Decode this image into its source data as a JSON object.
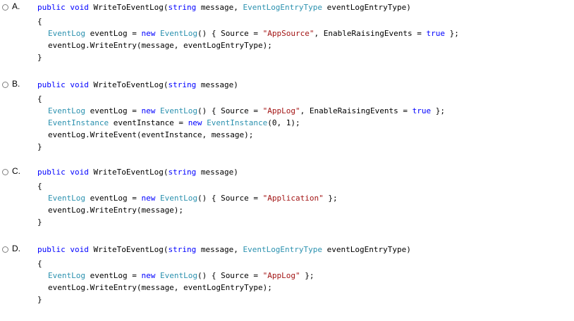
{
  "colors": {
    "keyword": "#0000ff",
    "type": "#2b91af",
    "string": "#a31515",
    "plain": "#000000"
  },
  "options": [
    {
      "label": "A.",
      "lines": [
        [
          {
            "t": "kw",
            "v": "public"
          },
          {
            "t": "pl",
            "v": " "
          },
          {
            "t": "kw",
            "v": "void"
          },
          {
            "t": "pl",
            "v": " WriteToEventLog("
          },
          {
            "t": "kw",
            "v": "string"
          },
          {
            "t": "pl",
            "v": " message, "
          },
          {
            "t": "ty",
            "v": "EventLogEntryType"
          },
          {
            "t": "pl",
            "v": " eventLogEntryType)"
          }
        ],
        [
          {
            "t": "pl",
            "v": "{"
          }
        ],
        [
          {
            "t": "pl",
            "v": "  "
          },
          {
            "t": "ty",
            "v": "EventLog"
          },
          {
            "t": "pl",
            "v": " eventLog = "
          },
          {
            "t": "kw",
            "v": "new"
          },
          {
            "t": "pl",
            "v": " "
          },
          {
            "t": "ty",
            "v": "EventLog"
          },
          {
            "t": "pl",
            "v": "() { Source = "
          },
          {
            "t": "st",
            "v": "\"AppSource\""
          },
          {
            "t": "pl",
            "v": ", EnableRaisingEvents = "
          },
          {
            "t": "kw",
            "v": "true"
          },
          {
            "t": "pl",
            "v": " };"
          }
        ],
        [
          {
            "t": "pl",
            "v": "  eventLog.WriteEntry(message, eventLogEntryType);"
          }
        ],
        [
          {
            "t": "pl",
            "v": "}"
          }
        ]
      ]
    },
    {
      "label": "B.",
      "lines": [
        [
          {
            "t": "kw",
            "v": "public"
          },
          {
            "t": "pl",
            "v": " "
          },
          {
            "t": "kw",
            "v": "void"
          },
          {
            "t": "pl",
            "v": " WriteToEventLog("
          },
          {
            "t": "kw",
            "v": "string"
          },
          {
            "t": "pl",
            "v": " message)"
          }
        ],
        [
          {
            "t": "pl",
            "v": "{"
          }
        ],
        [
          {
            "t": "pl",
            "v": "  "
          },
          {
            "t": "ty",
            "v": "EventLog"
          },
          {
            "t": "pl",
            "v": " eventLog = "
          },
          {
            "t": "kw",
            "v": "new"
          },
          {
            "t": "pl",
            "v": " "
          },
          {
            "t": "ty",
            "v": "EventLog"
          },
          {
            "t": "pl",
            "v": "() { Source = "
          },
          {
            "t": "st",
            "v": "\"AppLog\""
          },
          {
            "t": "pl",
            "v": ", EnableRaisingEvents = "
          },
          {
            "t": "kw",
            "v": "true"
          },
          {
            "t": "pl",
            "v": " };"
          }
        ],
        [
          {
            "t": "pl",
            "v": "  "
          },
          {
            "t": "ty",
            "v": "EventInstance"
          },
          {
            "t": "pl",
            "v": " eventInstance = "
          },
          {
            "t": "kw",
            "v": "new"
          },
          {
            "t": "pl",
            "v": " "
          },
          {
            "t": "ty",
            "v": "EventInstance"
          },
          {
            "t": "pl",
            "v": "(0, 1);"
          }
        ],
        [
          {
            "t": "pl",
            "v": "  eventLog.WriteEvent(eventInstance, message);"
          }
        ],
        [
          {
            "t": "pl",
            "v": "}"
          }
        ]
      ]
    },
    {
      "label": "C.",
      "lines": [
        [
          {
            "t": "kw",
            "v": "public"
          },
          {
            "t": "pl",
            "v": " "
          },
          {
            "t": "kw",
            "v": "void"
          },
          {
            "t": "pl",
            "v": " WriteToEventLog("
          },
          {
            "t": "kw",
            "v": "string"
          },
          {
            "t": "pl",
            "v": " message)"
          }
        ],
        [
          {
            "t": "pl",
            "v": "{"
          }
        ],
        [
          {
            "t": "pl",
            "v": "  "
          },
          {
            "t": "ty",
            "v": "EventLog"
          },
          {
            "t": "pl",
            "v": " eventLog = "
          },
          {
            "t": "kw",
            "v": "new"
          },
          {
            "t": "pl",
            "v": " "
          },
          {
            "t": "ty",
            "v": "EventLog"
          },
          {
            "t": "pl",
            "v": "() { Source = "
          },
          {
            "t": "st",
            "v": "\"Application\""
          },
          {
            "t": "pl",
            "v": " };"
          }
        ],
        [
          {
            "t": "pl",
            "v": "  eventLog.WriteEntry(message);"
          }
        ],
        [
          {
            "t": "pl",
            "v": "}"
          }
        ]
      ]
    },
    {
      "label": "D.",
      "lines": [
        [
          {
            "t": "kw",
            "v": "public"
          },
          {
            "t": "pl",
            "v": " "
          },
          {
            "t": "kw",
            "v": "void"
          },
          {
            "t": "pl",
            "v": " WriteToEventLog("
          },
          {
            "t": "kw",
            "v": "string"
          },
          {
            "t": "pl",
            "v": " message, "
          },
          {
            "t": "ty",
            "v": "EventLogEntryType"
          },
          {
            "t": "pl",
            "v": " eventLogEntryType)"
          }
        ],
        [
          {
            "t": "pl",
            "v": "{"
          }
        ],
        [
          {
            "t": "pl",
            "v": "  "
          },
          {
            "t": "ty",
            "v": "EventLog"
          },
          {
            "t": "pl",
            "v": " eventLog = "
          },
          {
            "t": "kw",
            "v": "new"
          },
          {
            "t": "pl",
            "v": " "
          },
          {
            "t": "ty",
            "v": "EventLog"
          },
          {
            "t": "pl",
            "v": "() { Source = "
          },
          {
            "t": "st",
            "v": "\"AppLog\""
          },
          {
            "t": "pl",
            "v": " };"
          }
        ],
        [
          {
            "t": "pl",
            "v": "  eventLog.WriteEntry(message, eventLogEntryType);"
          }
        ],
        [
          {
            "t": "pl",
            "v": "}"
          }
        ]
      ]
    }
  ]
}
